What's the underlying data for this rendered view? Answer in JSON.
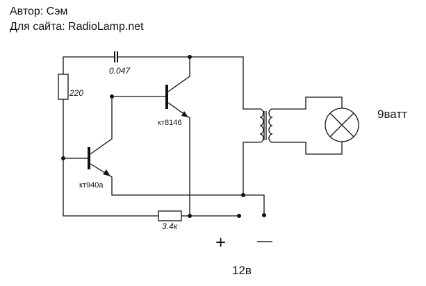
{
  "header": {
    "author": "Автор: Сэм",
    "site": "Для сайта: RadioLamp.net"
  },
  "components": {
    "capacitor": "0.047",
    "resistor_top": "220",
    "resistor_bottom": "3.4к",
    "transistor_1": "кт8146",
    "transistor_2": "кт940а",
    "lamp": "9ватт"
  },
  "power": {
    "plus": "+",
    "minus": "—",
    "voltage": "12в"
  }
}
